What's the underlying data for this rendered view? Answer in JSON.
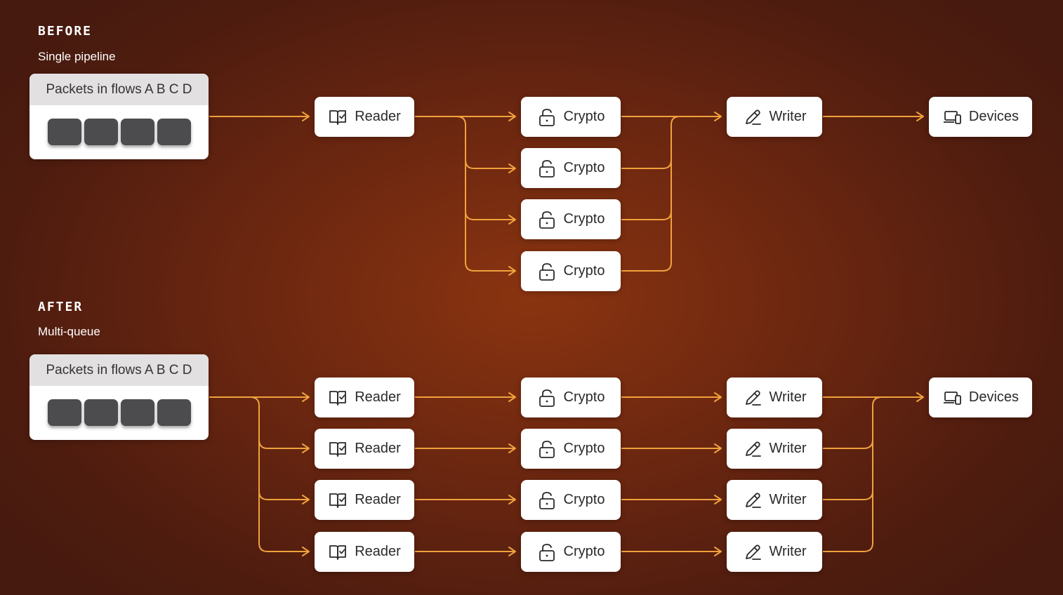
{
  "before": {
    "heading": "BEFORE",
    "subtitle": "Single pipeline",
    "packets_label": "Packets in flows A B C D",
    "packet_count": 4,
    "reader_label": "Reader",
    "crypto_labels": [
      "Crypto",
      "Crypto",
      "Crypto",
      "Crypto"
    ],
    "writer_label": "Writer",
    "devices_label": "Devices"
  },
  "after": {
    "heading": "AFTER",
    "subtitle": "Multi-queue",
    "packets_label": "Packets in flows A B C D",
    "packet_count": 4,
    "reader_labels": [
      "Reader",
      "Reader",
      "Reader",
      "Reader"
    ],
    "crypto_labels": [
      "Crypto",
      "Crypto",
      "Crypto",
      "Crypto"
    ],
    "writer_labels": [
      "Writer",
      "Writer",
      "Writer",
      "Writer"
    ],
    "devices_label": "Devices"
  },
  "icons": {
    "reader": "book-check-icon",
    "crypto": "unlock-icon",
    "writer": "pen-icon",
    "devices": "devices-icon"
  },
  "colors": {
    "arrow": "#f0a23c",
    "node_bg": "#ffffff",
    "packet": "#4c4b4d",
    "packets_header": "#e3e0e1"
  }
}
